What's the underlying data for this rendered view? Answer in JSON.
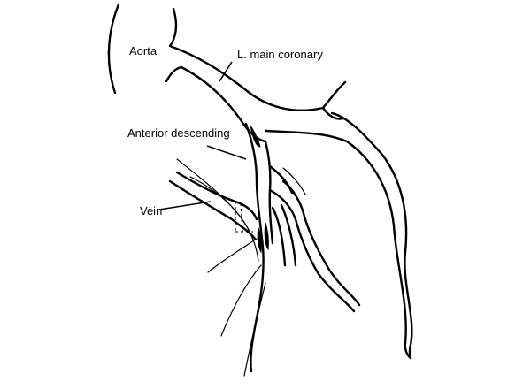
{
  "diagram": {
    "labels": {
      "aorta": "Aorta",
      "left_main_coronary": "L. main coronary",
      "anterior_descending": "Anterior descending",
      "vein": "Vein"
    }
  }
}
